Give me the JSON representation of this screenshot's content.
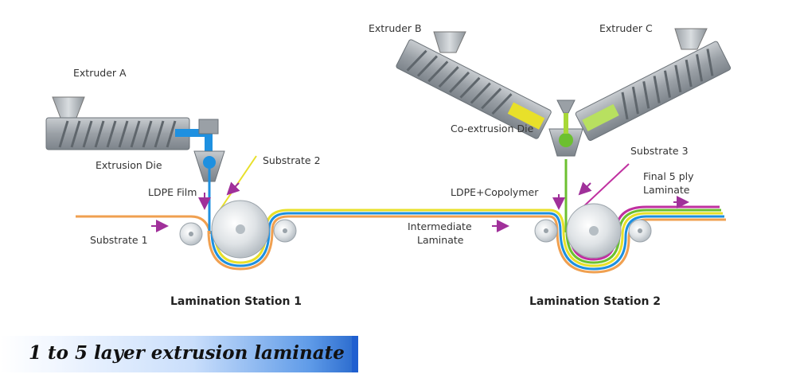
{
  "labels": {
    "extruder_a": "Extruder A",
    "extruder_b": "Extruder B",
    "extruder_c": "Extruder C",
    "extrusion_die": "Extrusion Die",
    "co_extrusion_die": "Co-extrusion Die",
    "substrate_1": "Substrate 1",
    "substrate_2": "Substrate 2",
    "substrate_3": "Substrate 3",
    "ldpe_film": "LDPE Film",
    "ldpe_copolymer": "LDPE+Copolymer",
    "intermediate_laminate_1": "Intermediate",
    "intermediate_laminate_2": "Laminate",
    "final_laminate_1": "Final 5 ply",
    "final_laminate_2": "Laminate"
  },
  "stations": {
    "station_1": "Lamination Station 1",
    "station_2": "Lamination Station 2"
  },
  "banner": {
    "title": "1 to 5 layer extrusion laminate"
  },
  "colors": {
    "substrate_1": "#f0a050",
    "ldpe_blue": "#1e90e0",
    "substrate_2": "#e8e02a",
    "copolymer_green": "#6cc030",
    "substrate_3": "#c030a0",
    "arrow": "#a0309a",
    "banner_accent": "#1f5fd0"
  }
}
